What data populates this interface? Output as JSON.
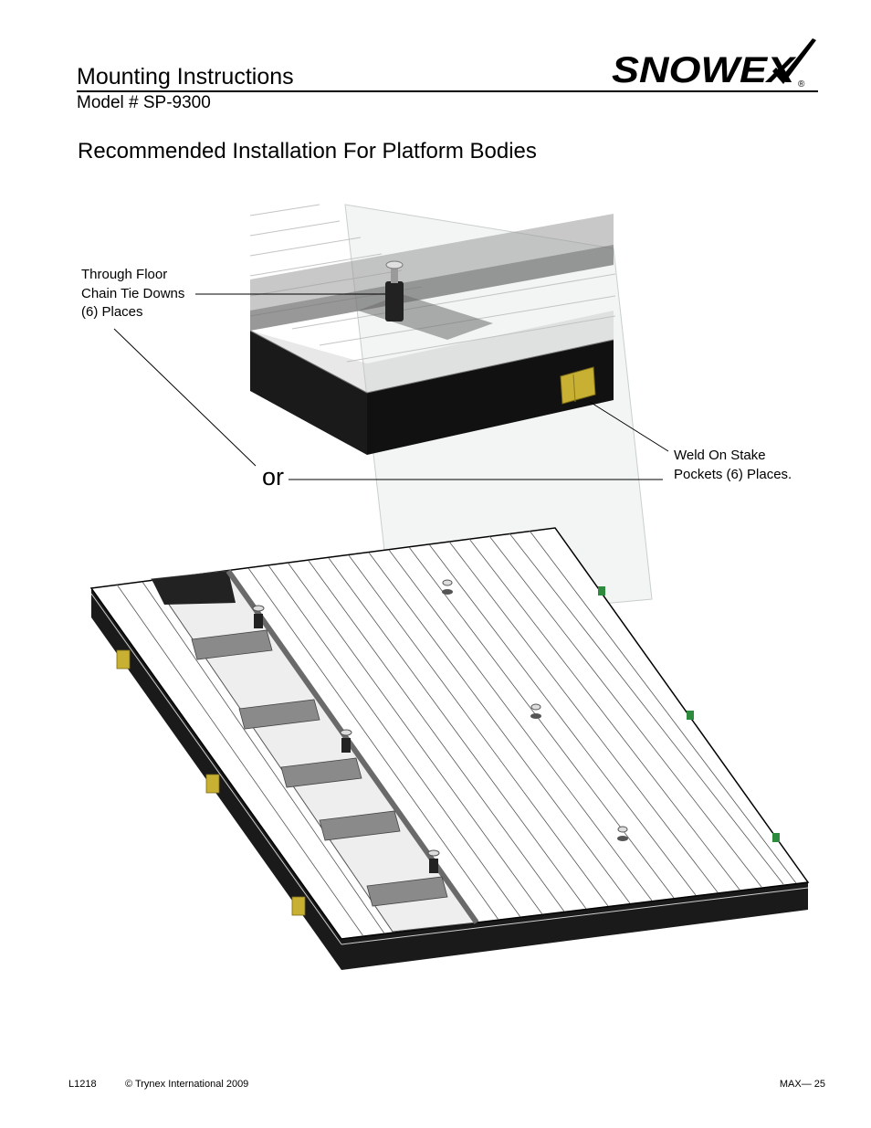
{
  "header": {
    "title": "Mounting Instructions",
    "model": "Model # SP-9300",
    "logo_text": "SNOWEX",
    "logo_mark": "®"
  },
  "section": {
    "title": "Recommended Installation For Platform Bodies"
  },
  "figure": {
    "labels": {
      "chain_tie_downs": [
        "Through Floor",
        "Chain Tie Downs",
        "(6) Places"
      ],
      "stake_pockets": [
        "Weld On Stake",
        "Pockets (6) Places."
      ],
      "or": "or"
    },
    "colors": {
      "body": "#1a1a1a",
      "deck": "#ffffff",
      "stake_pocket": "#c8b032",
      "side_bracket": "#2e8b3e",
      "frame": "#8a8a8a"
    }
  },
  "footer": {
    "code": "L1218",
    "copyright": "© Trynex International 2009",
    "page": "MAX— 25"
  }
}
